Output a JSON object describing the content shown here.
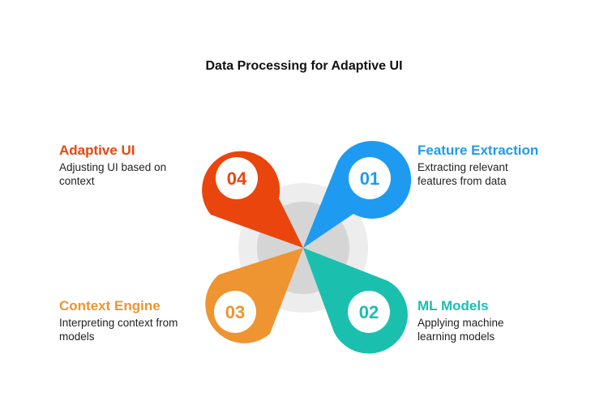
{
  "title": "Data Processing for Adaptive UI",
  "colors": {
    "feature_extraction": "#1E9BF0",
    "ml_models": "#1BBFAE",
    "context_engine": "#EE9430",
    "adaptive_ui": "#EA450D",
    "ring_outer": "#EDEDED",
    "ring_inner": "#D5D5D5"
  },
  "steps": [
    {
      "number": "01",
      "title": "Feature Extraction",
      "description": "Extracting relevant features from data"
    },
    {
      "number": "02",
      "title": "ML Models",
      "description": "Applying machine learning models"
    },
    {
      "number": "03",
      "title": "Context Engine",
      "description": "Interpreting context from models"
    },
    {
      "number": "04",
      "title": "Adaptive UI",
      "description": "Adjusting UI based on context"
    }
  ]
}
